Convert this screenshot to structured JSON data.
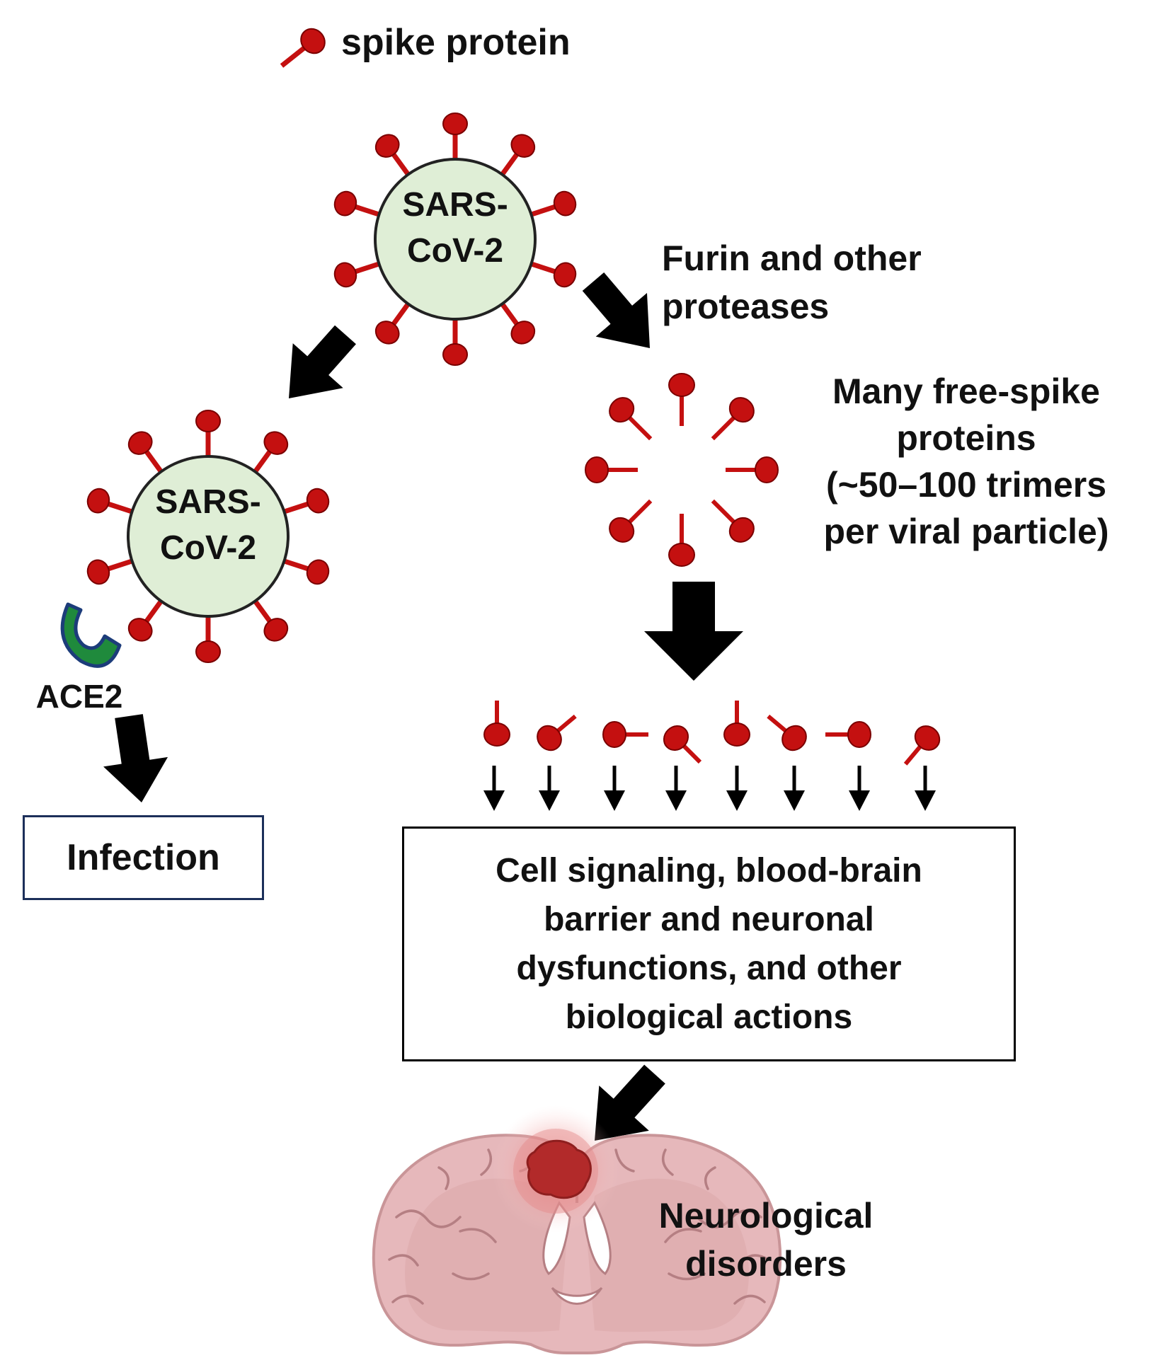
{
  "legend": {
    "spike_label": "spike protein"
  },
  "virus_top": {
    "label_line1": "SARS-",
    "label_line2": "CoV-2"
  },
  "virus_left": {
    "label_line1": "SARS-",
    "label_line2": "CoV-2"
  },
  "receptor": {
    "label": "ACE2"
  },
  "infection": {
    "label": "Infection"
  },
  "proteases": {
    "line1": "Furin and other",
    "line2": "proteases"
  },
  "free_spikes": {
    "line1": "Many free-spike",
    "line2": "proteins",
    "line3": "(~50–100 trimers",
    "line4": "per viral particle)"
  },
  "effects": {
    "line1": "Cell signaling, blood-brain",
    "line2": "barrier and neuronal",
    "line3": "dysfunctions, and other",
    "line4": "biological actions"
  },
  "outcome": {
    "line1": "Neurological",
    "line2": "disorders"
  },
  "colors": {
    "spike_red": "#c41010",
    "virus_fill": "#dfeed6",
    "ace2_green": "#1f8a3c",
    "ace2_outline": "#1c3c7a",
    "box_border": "#1c2f5a",
    "arrow": "#000000",
    "brain": "#e6b8bb",
    "lesion": "#b22a2a"
  },
  "icons": {
    "spike": "spike-protein-icon",
    "virus": "virus-icon",
    "receptor": "ace2-receptor-icon",
    "brain": "brain-icon"
  }
}
